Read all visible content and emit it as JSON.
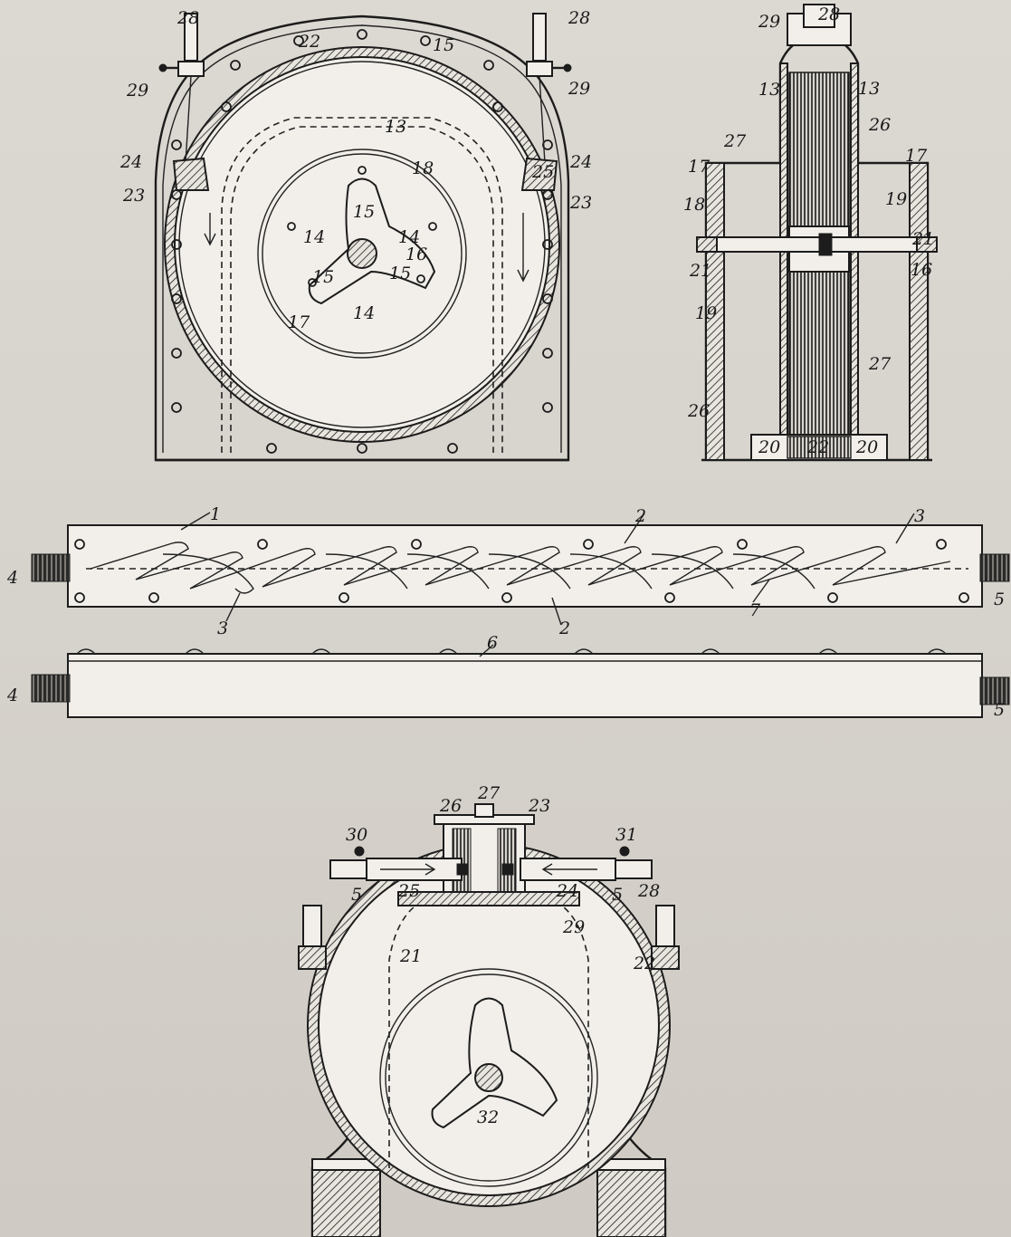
{
  "labels": {
    "fig_a": [
      "28",
      "22",
      "15",
      "28",
      "29",
      "29",
      "13",
      "24",
      "24",
      "18",
      "25",
      "23",
      "23",
      "15",
      "14",
      "14",
      "16",
      "15",
      "15",
      "14",
      "17"
    ],
    "fig_b": [
      "29",
      "28",
      "13",
      "13",
      "26",
      "27",
      "17",
      "17",
      "18",
      "19",
      "21",
      "21",
      "16",
      "19",
      "27",
      "26",
      "20",
      "22",
      "20"
    ],
    "fig_c": [
      "1",
      "2",
      "3",
      "4",
      "5",
      "3",
      "2",
      "7"
    ],
    "fig_d": [
      "6",
      "4",
      "5"
    ],
    "fig_e": [
      "26",
      "27",
      "23",
      "30",
      "31",
      "5",
      "25",
      "24",
      "5",
      "28",
      "29",
      "21",
      "22",
      "32"
    ]
  }
}
